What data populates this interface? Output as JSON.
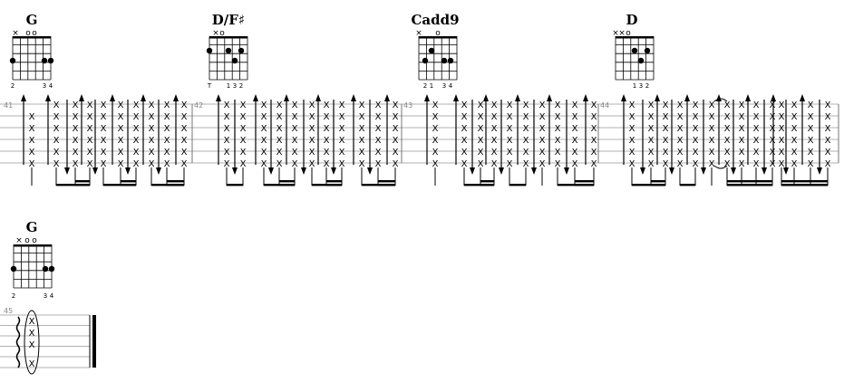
{
  "system1": {
    "measures": [
      {
        "number": "41",
        "chord": {
          "name": "G",
          "top": [
            "×",
            "o",
            "o"
          ],
          "fingers": [
            "2",
            "3",
            "4"
          ]
        }
      },
      {
        "number": "42",
        "chord": {
          "name": "D/F♯",
          "top": [
            "×",
            "o"
          ],
          "fingers": [
            "T",
            "1",
            "3",
            "2"
          ]
        }
      },
      {
        "number": "43",
        "chord": {
          "name": "Cadd9",
          "top": [
            "×",
            "o"
          ],
          "fingers": [
            "2",
            "1",
            "3",
            "4"
          ]
        }
      },
      {
        "number": "44",
        "chord": {
          "name": "D",
          "top": [
            "×",
            "×",
            "o"
          ],
          "fingers": [
            "1",
            "3",
            "2"
          ]
        }
      }
    ]
  },
  "system2": {
    "measures": [
      {
        "number": "45",
        "chord": {
          "name": "G",
          "top": [
            "×",
            "o",
            "o"
          ],
          "fingers": [
            "2",
            "3",
            "4"
          ]
        }
      }
    ]
  },
  "note_glyph": "X"
}
